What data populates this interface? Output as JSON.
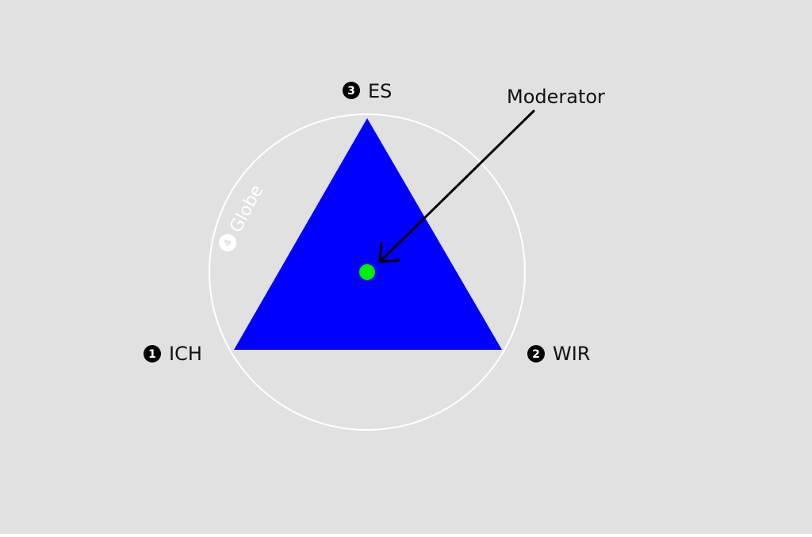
{
  "colors": {
    "background": "#e1e1e1",
    "triangle": "#0000ff",
    "circle": "#ffffff",
    "moderator_dot": "#00ee00",
    "arrow": "#000000",
    "label_text": "#111111",
    "badge": "#000000"
  },
  "labels": {
    "ich": {
      "number": "1",
      "text": "ICH"
    },
    "wir": {
      "number": "2",
      "text": "WIR"
    },
    "es": {
      "number": "3",
      "text": "ES"
    },
    "globe": {
      "number": "4",
      "text": "Globe"
    },
    "moderator": "Moderator"
  }
}
